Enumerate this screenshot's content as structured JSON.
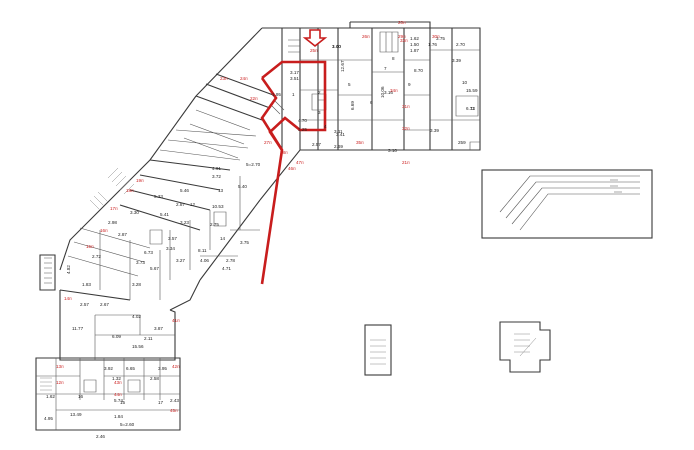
{
  "highlight_color": "#c81d1d",
  "room_ids": [
    "20п",
    "26п",
    "29п",
    "30п",
    "21п",
    "23п",
    "24п",
    "25п",
    "22п",
    "27п",
    "28п",
    "19п",
    "18п",
    "17п",
    "16п",
    "15п",
    "14п",
    "13п",
    "12п",
    "41п",
    "42п",
    "43п",
    "44п",
    "45п",
    "46п",
    "47п",
    "31п",
    "32п",
    "33п",
    "34п",
    "35п"
  ],
  "dimensions": [
    "3.40",
    "3.17",
    "3.51",
    "12.67",
    "1.95",
    "4.70",
    "3.25",
    "3.11",
    "2.57",
    "2.69",
    "3.41",
    "6.69",
    "10.06",
    "3.16",
    "3.10",
    "1.76",
    "2.70",
    "8.70",
    "3.39",
    "15.59",
    "6.73",
    "3.39",
    "1.87",
    "1.50",
    "1.62",
    "3.75",
    "259",
    "4.61",
    "3.72",
    "5.40",
    "5=2.70",
    "10.53",
    "2.75",
    "8.11",
    "4.06",
    "4.71",
    "3.75",
    "2.78",
    "3.28",
    "1.83",
    "2.57",
    "2.67",
    "4.02",
    "6.09",
    "11.77",
    "15.56",
    "3.87",
    "2.11",
    "3.92",
    "6.65",
    "3.95",
    "1.32",
    "2.58",
    "1.62",
    "5.74",
    "2.43",
    "1.84",
    "5=2.60",
    "13.49",
    "4.95",
    "2.46",
    "5.46",
    "2.87",
    "3.23",
    "3.57",
    "3.27",
    "5.67",
    "4.82",
    "2.72",
    "2.87",
    "2.98",
    "3.30",
    "5.33",
    "5.41",
    "3.34",
    "6.73",
    "3.73",
    "1.00"
  ],
  "small_labels": [
    "1",
    "2",
    "3",
    "4",
    "5",
    "6",
    "7",
    "8",
    "9",
    "10",
    "11",
    "12",
    "13",
    "14",
    "15",
    "16",
    "17"
  ]
}
